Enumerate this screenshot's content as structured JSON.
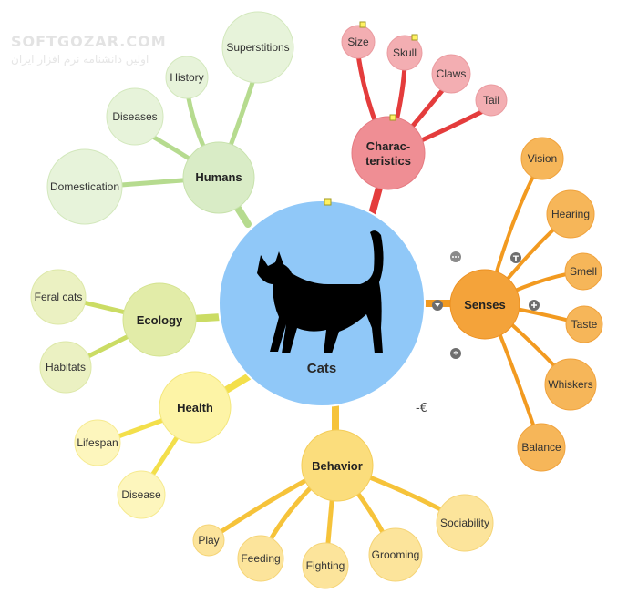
{
  "watermark": {
    "line1": "SOFTGOZAR.COM",
    "line2": "اولین دانشنامه نرم افزار ایران"
  },
  "center": {
    "label": "Cats",
    "color": "#90c8f8",
    "icon": "cat-silhouette-icon"
  },
  "branches": [
    {
      "id": "humans",
      "label": "Humans",
      "color": "#d9ecc6",
      "line": "#b6db8f",
      "children": [
        "Superstitions",
        "History",
        "Diseases",
        "Domestication"
      ]
    },
    {
      "id": "characteristics",
      "label": "Charac-\nteristics",
      "color": "#ef8e94",
      "line": "#e43c3c",
      "children": [
        "Size",
        "Skull",
        "Claws",
        "Tail"
      ]
    },
    {
      "id": "senses",
      "label": "Senses",
      "color": "#f4a33a",
      "line": "#f29a20",
      "children": [
        "Vision",
        "Hearing",
        "Smell",
        "Taste",
        "Whiskers",
        "Balance"
      ]
    },
    {
      "id": "ecology",
      "label": "Ecology",
      "color": "#e2eca8",
      "line": "#cbdc64",
      "children": [
        "Feral cats",
        "Habitats"
      ]
    },
    {
      "id": "health",
      "label": "Health",
      "color": "#fdf4a6",
      "line": "#f3df4b",
      "children": [
        "Lifespan",
        "Disease"
      ]
    },
    {
      "id": "behavior",
      "label": "Behavior",
      "color": "#fbdd7c",
      "line": "#f6c33a",
      "children": [
        "Play",
        "Feeding",
        "Fighting",
        "Grooming",
        "Sociability"
      ]
    }
  ],
  "controls": {
    "more_icon": "ellipsis-icon",
    "text_icon": "text-t-icon",
    "add_icon": "plus-icon",
    "collapse_icon": "triangle-down-icon",
    "settings_icon": "asterisk-icon",
    "arrow_text": "-€"
  }
}
